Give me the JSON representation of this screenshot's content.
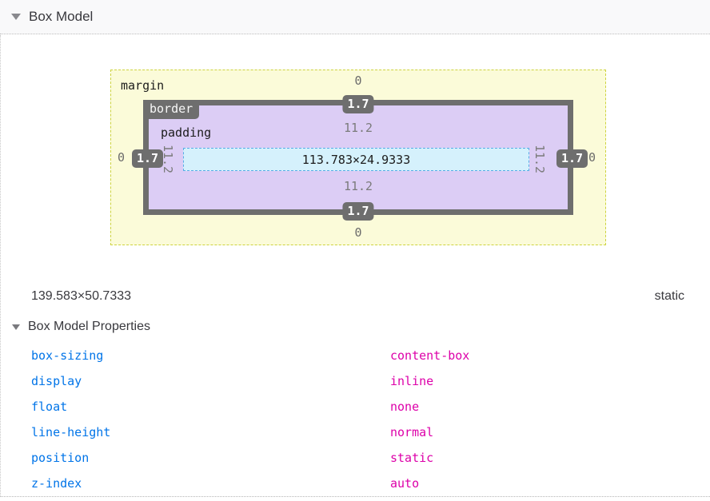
{
  "header": {
    "title": "Box Model"
  },
  "diagram": {
    "margin_label": "margin",
    "border_label": "border",
    "padding_label": "padding",
    "values": {
      "margin_top": "0",
      "margin_bottom": "0",
      "margin_left": "0",
      "margin_right": "0",
      "border_top": "1.7",
      "border_bottom": "1.7",
      "border_left": "1.7",
      "border_right": "1.7",
      "padding_top": "11.2",
      "padding_bottom": "11.2",
      "padding_left": "11.2",
      "padding_right": "11.2",
      "content_size": "113.783×24.9333"
    },
    "colors": {
      "margin_bg": "#fbfbd9",
      "margin_outline": "#cdd33f",
      "border_color": "#6e6e6e",
      "padding_bg": "#dccdf5",
      "content_bg": "#d5f1fc",
      "content_outline": "#58aee6"
    }
  },
  "summary": {
    "element_size": "139.583×50.7333",
    "position": "static"
  },
  "properties_section": {
    "title": "Box Model Properties",
    "properties": [
      {
        "name": "box-sizing",
        "value": "content-box"
      },
      {
        "name": "display",
        "value": "inline"
      },
      {
        "name": "float",
        "value": "none"
      },
      {
        "name": "line-height",
        "value": "normal"
      },
      {
        "name": "position",
        "value": "static"
      },
      {
        "name": "z-index",
        "value": "auto"
      }
    ],
    "colors": {
      "property_name": "#0074e8",
      "property_value": "#dd00a9"
    }
  }
}
